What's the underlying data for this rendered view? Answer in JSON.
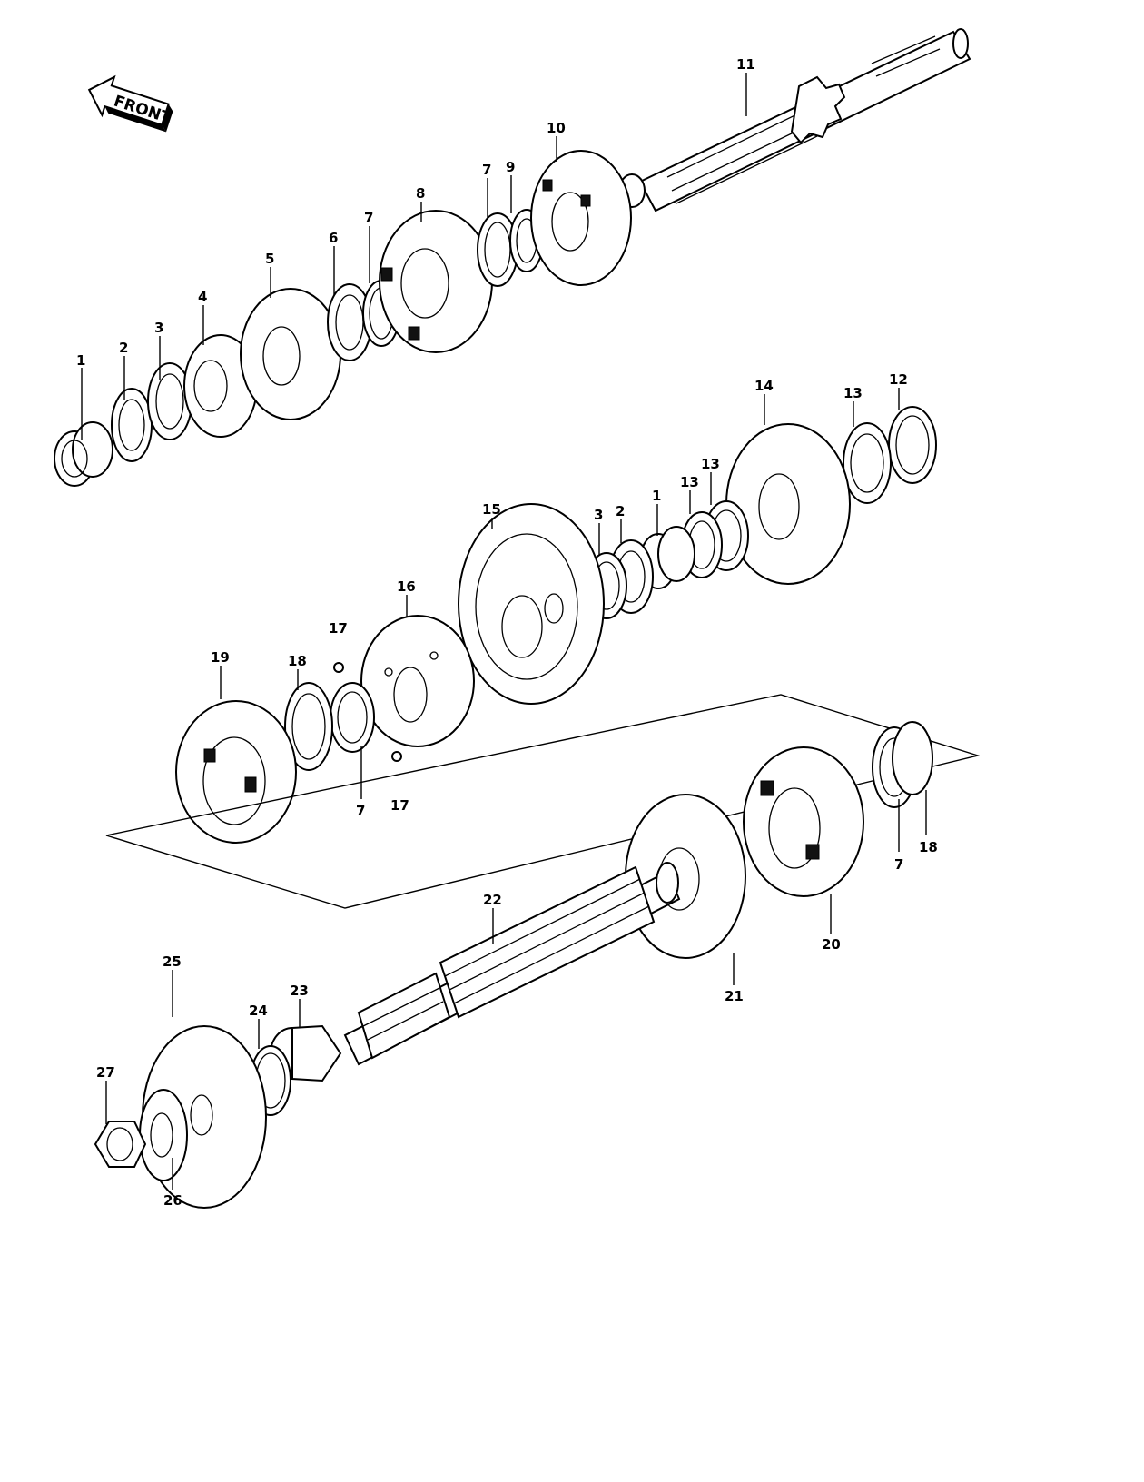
{
  "front_label": "FRONT",
  "callouts": [
    "1",
    "2",
    "3",
    "4",
    "5",
    "6",
    "7",
    "8",
    "7",
    "9",
    "10",
    "11",
    "12",
    "13",
    "14",
    "13",
    "13",
    "1",
    "2",
    "3",
    "15",
    "16",
    "17",
    "17",
    "18",
    "19",
    "7",
    "7",
    "18",
    "20",
    "21",
    "22",
    "23",
    "24",
    "25",
    "26",
    "27"
  ]
}
